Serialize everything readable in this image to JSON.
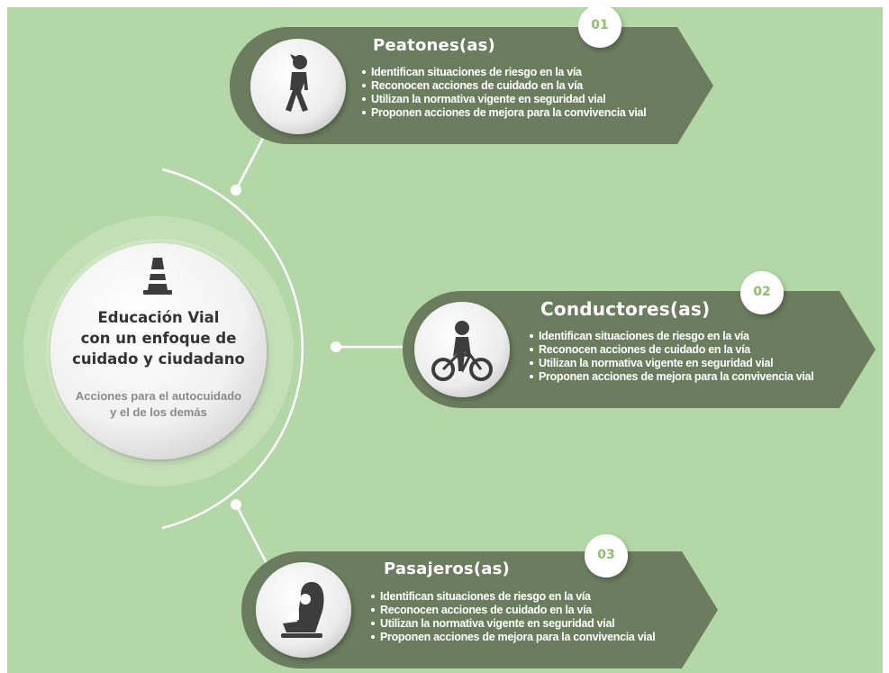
{
  "center": {
    "icon": "traffic-cone-icon",
    "title_lines": [
      "Educación Vial",
      "con un enfoque de",
      "cuidado y ciudadano"
    ],
    "subtitle_lines": [
      "Acciones para el autocuidado",
      "y el de los demás"
    ]
  },
  "groups": [
    {
      "number": "01",
      "title": "Peatones(as)",
      "icon": "pedestrian-icon",
      "items": [
        "Identifican situaciones de riesgo en la vía",
        "Reconocen acciones de cuidado en la vía",
        "Utilizan la normativa vigente en seguridad vial",
        "Proponen acciones de mejora para la convivencia vial"
      ]
    },
    {
      "number": "02",
      "title": "Conductores(as)",
      "icon": "cyclist-icon",
      "items": [
        "Identifican situaciones de riesgo en la vía",
        "Reconocen acciones de cuidado en la vía",
        "Utilizan la normativa vigente en seguridad vial",
        "Proponen acciones de mejora para la convivencia vial"
      ]
    },
    {
      "number": "03",
      "title": "Pasajeros(as)",
      "icon": "child-car-seat-icon",
      "items": [
        "Identifican situaciones de riesgo en la vía",
        "Reconocen acciones de cuidado en la vía",
        "Utilizan la normativa vigente en seguridad vial",
        "Proponen acciones de mejora para la convivencia vial"
      ]
    }
  ],
  "colors": {
    "background": "#b3d7a6",
    "panel": "#6b7d5e",
    "accent_number": "#8fbf6e",
    "icon_dark": "#3d3d3d",
    "subtitle_text": "#8a8a8a",
    "title_text": "#333333"
  }
}
